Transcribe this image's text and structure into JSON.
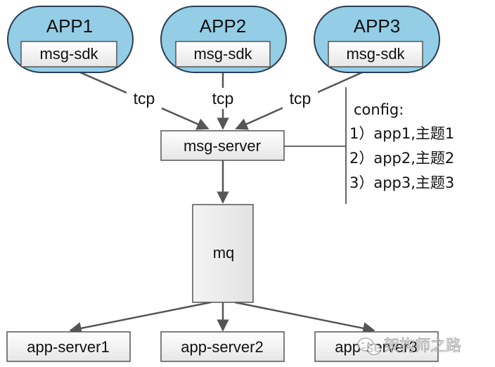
{
  "apps": [
    {
      "title": "APP1",
      "sdk": "msg-sdk",
      "edge_label": "tcp"
    },
    {
      "title": "APP2",
      "sdk": "msg-sdk",
      "edge_label": "tcp"
    },
    {
      "title": "APP3",
      "sdk": "msg-sdk",
      "edge_label": "tcp"
    }
  ],
  "msg_server": {
    "label": "msg-server"
  },
  "config": {
    "title": "config:",
    "items": [
      "1）app1,主题1",
      "2）app2,主题2",
      "3）app3,主题3"
    ]
  },
  "mq": {
    "label": "mq"
  },
  "app_servers": [
    {
      "label": "app-server1"
    },
    {
      "label": "app-server2"
    },
    {
      "label": "app-server3"
    }
  ],
  "watermark": {
    "text": "架构师之路"
  },
  "colors": {
    "app_fill": "#94cde6",
    "app_stroke": "#2a3e55",
    "box_stroke": "#555555",
    "arrow": "#555555"
  }
}
